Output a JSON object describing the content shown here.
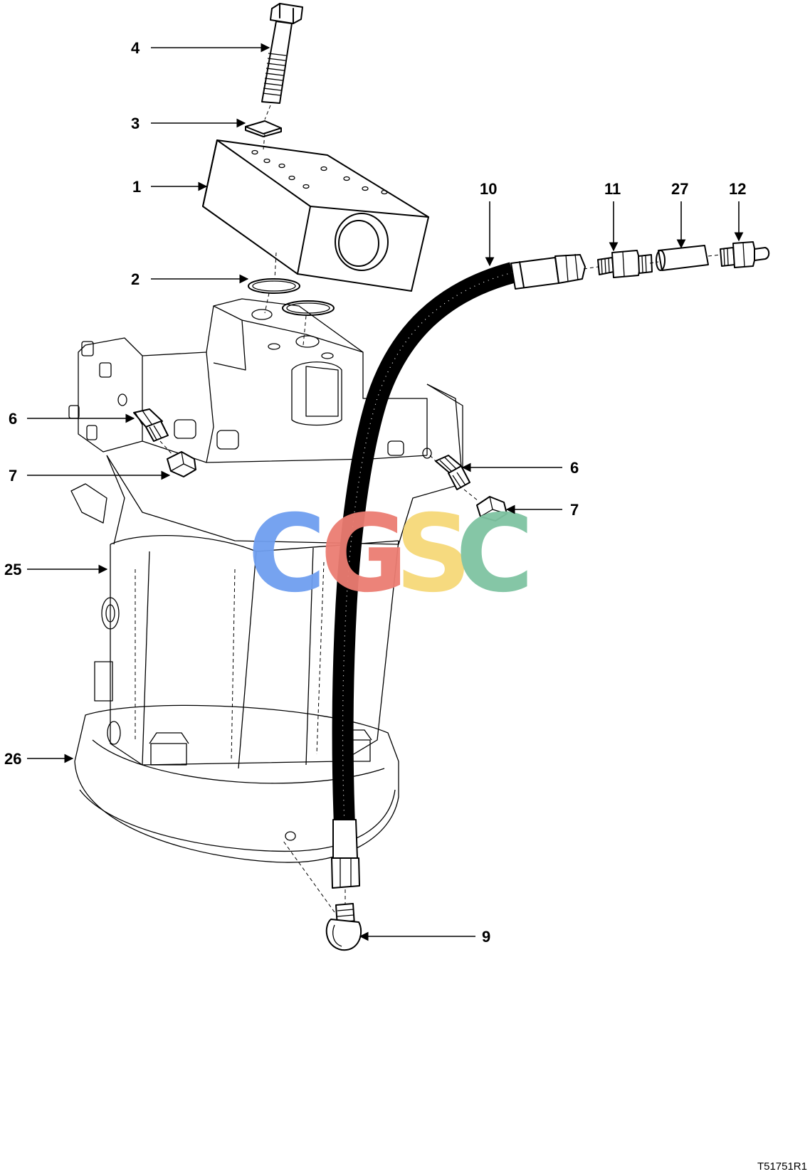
{
  "figure_reference": "T51751R1",
  "watermark": {
    "letters": [
      {
        "char": "C",
        "color": "#6f9ff0"
      },
      {
        "char": "G",
        "color": "#ec7d72"
      },
      {
        "char": "S",
        "color": "#f6d979"
      },
      {
        "char": "C",
        "color": "#7fc4a2"
      }
    ]
  },
  "callouts": {
    "c1": "1",
    "c2": "2",
    "c3": "3",
    "c4": "4",
    "c6a": "6",
    "c6b": "6",
    "c7a": "7",
    "c7b": "7",
    "c9": "9",
    "c10": "10",
    "c11": "11",
    "c12": "12",
    "c25": "25",
    "c26": "26",
    "c27": "27"
  }
}
